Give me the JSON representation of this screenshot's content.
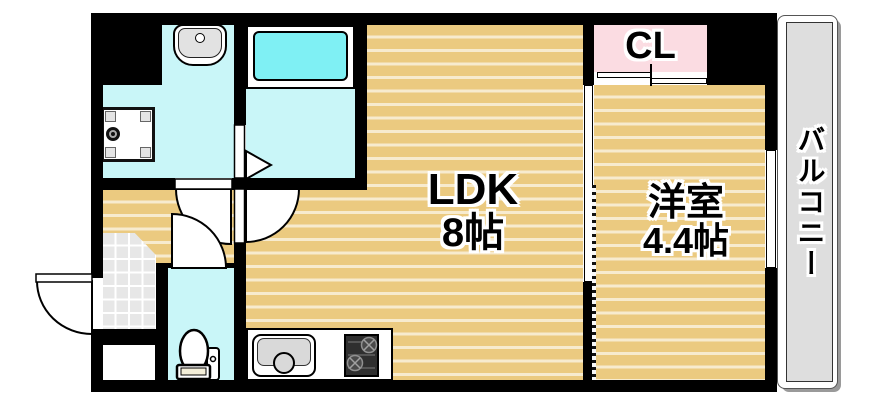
{
  "plan": {
    "title": "1LDK apartment floor plan",
    "rooms": [
      {
        "id": "ldk",
        "name": "LDK",
        "size": "8帖"
      },
      {
        "id": "bedroom",
        "name": "洋室",
        "size": "4.4帖"
      }
    ],
    "closet_label": "CL",
    "balcony_label": "バルコニー",
    "fixtures": [
      {
        "icon": "bathtub-icon",
        "room": "bathroom"
      },
      {
        "icon": "washbasin-icon",
        "room": "washroom"
      },
      {
        "icon": "washing-machine-pan-icon",
        "room": "washroom"
      },
      {
        "icon": "toilet-icon",
        "room": "toilet"
      },
      {
        "icon": "kitchen-sink-icon",
        "room": "ldk"
      },
      {
        "icon": "gas-stove-icon",
        "room": "ldk"
      },
      {
        "icon": "entrance-door-icon",
        "room": "entrance"
      }
    ],
    "colors": {
      "wall": "#000000",
      "wood_floor": "#ebca80",
      "wood_stripe": "#f7e7ba",
      "wet_area": "#c9f6f8",
      "bathtub": "#7ff0f4",
      "closet": "#fbdce2",
      "balcony": "#dedede",
      "entrance_tile": "#e7e7e7"
    }
  }
}
